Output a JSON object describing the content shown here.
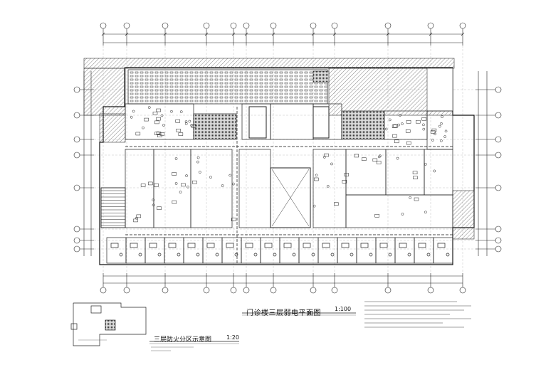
{
  "drawing": {
    "main_title": "门诊楼三层弱电平面图",
    "main_scale": "1:100",
    "inset_title": "三层防火分区示意图",
    "inset_scale": "1:20"
  },
  "colors": {
    "line": "#1a1a1a",
    "hatch": "#555555",
    "dark_fill": "#3a3a3a",
    "paper": "#ffffff"
  }
}
